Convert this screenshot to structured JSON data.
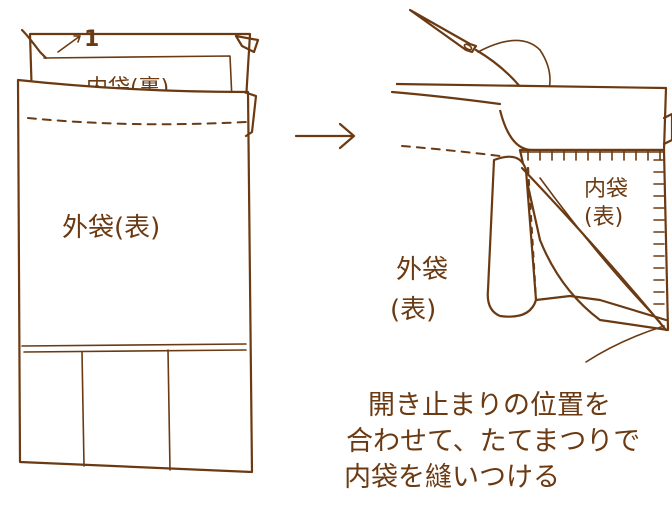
{
  "left_figure": {
    "step_number": "1",
    "inner_bag_label": "内袋(裏)",
    "outer_bag_label": "外袋(表)"
  },
  "right_figure": {
    "inner_bag_label_line1": "内袋",
    "inner_bag_label_line2": "(表)",
    "outer_bag_label_line1": "外袋",
    "outer_bag_label_line2": "(表)"
  },
  "instruction": {
    "line1": "開き止まりの位置を",
    "line2": "合わせて、たてまつりで",
    "line3": "内袋を縫いつける"
  },
  "colors": {
    "ink": "#6b3a12",
    "background": "#ffffff"
  }
}
